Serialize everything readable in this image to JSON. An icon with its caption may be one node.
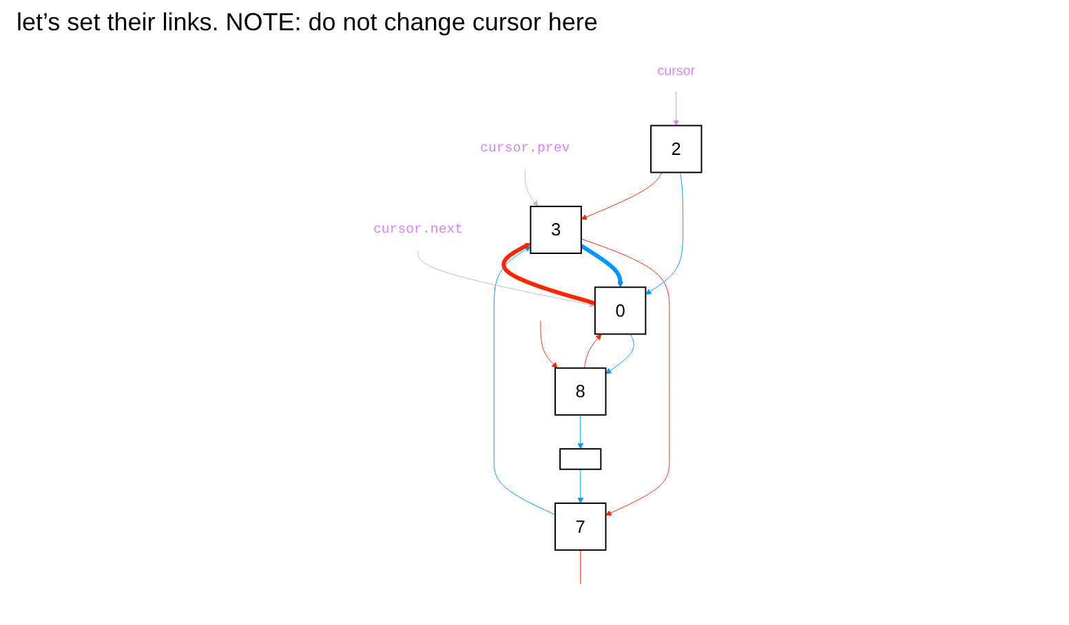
{
  "diagram": {
    "nodes": [
      {
        "text": [
          "cursor.prev"
        ]
      },
      {
        "text": [
          "cursor"
        ]
      },
      {
        "text": [
          "cursor.next"
        ]
      },
      {
        "text": [
          "7"
        ]
      },
      {
        "text": [
          "3"
        ]
      },
      {
        "text": [
          "2"
        ]
      },
      {
        "text": [
          "0"
        ]
      },
      {
        "text": [
          "8"
        ]
      },
      {
        "text": [],
        "shape": "box"
      }
    ],
    "edges": [
      {
        "from": 0,
        "to": 4,
        "arrow": "to",
        "color": "#bfbfbf"
      },
      {
        "from": 1,
        "to": 5,
        "arrow": "to",
        "color": "#d783ff"
      },
      {
        "from": 2,
        "to": 6,
        "arrow": "to",
        "color": "#bfbfbf"
      },
      {
        "from": 3,
        "to": 4,
        "arrow": "to",
        "color": "#0096ff"
      },
      {
        "from": 4,
        "to": 3,
        "arrow": "to",
        "color": "#ff2600"
      },
      {
        "from": 4,
        "to": 6,
        "arrow": "to",
        "style": "thick",
        "color": "#0096ff"
      },
      {
        "from": 6,
        "to": 4,
        "arrow": "to",
        "style": "thick",
        "color": "#ff2600"
      },
      {
        "from": 5,
        "to": 6,
        "arrow": "to",
        "color": "#0096ff"
      },
      {
        "from": 5,
        "to": 4,
        "arrow": "to",
        "color": "#ff2600"
      },
      {
        "from": 6,
        "to": 7,
        "arrow": "to",
        "color": "#0096ff"
      },
      {
        "from": 7,
        "to": 6,
        "arrow": "to",
        "color": "#ff2600"
      },
      {
        "from": 7,
        "to": 8,
        "arrow": "to",
        "color": "#0096ff"
      },
      {
        "from": 8,
        "to": 3,
        "arrow": "to",
        "color": "#0096ff"
      },
      {
        "from": 3,
        "to": null,
        "arrow": "none",
        "color": "#ff2600"
      },
      {
        "from": null,
        "to": 7,
        "arrow": "to",
        "color": "#ff2600"
      }
    ],
    "labels": [
      "let’s set their links. NOTE: do not change cursor here"
    ]
  }
}
